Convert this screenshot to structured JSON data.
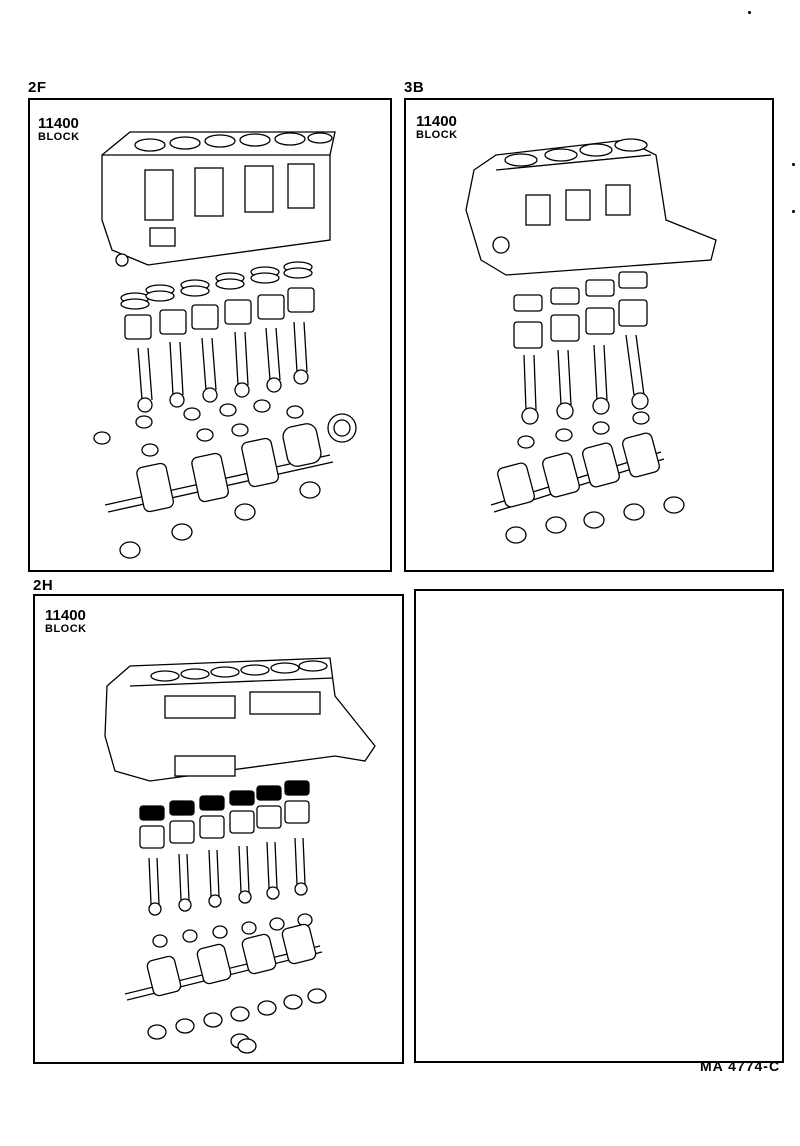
{
  "panels": [
    {
      "engine": "2F",
      "part_number": "11400",
      "part_name": "BLOCK"
    },
    {
      "engine": "3B",
      "part_number": "11400",
      "part_name": "BLOCK"
    },
    {
      "engine": "2H",
      "part_number": "11400",
      "part_name": "BLOCK"
    }
  ],
  "footer": {
    "code": "MA  4774-C"
  }
}
